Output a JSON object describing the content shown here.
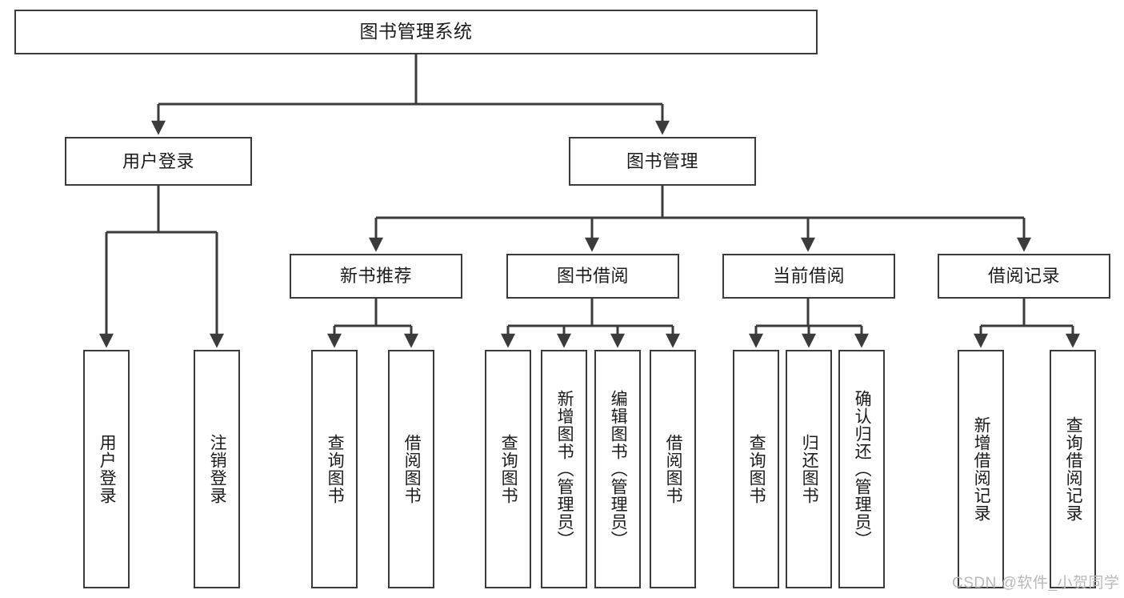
{
  "diagram": {
    "title": "图书管理系统",
    "type": "hierarchy-tree",
    "root": {
      "label": "图书管理系统"
    },
    "level2": [
      {
        "label": "用户登录"
      },
      {
        "label": "图书管理"
      }
    ],
    "level3": [
      {
        "label": "新书推荐"
      },
      {
        "label": "图书借阅"
      },
      {
        "label": "当前借阅"
      },
      {
        "label": "借阅记录"
      }
    ],
    "leaves": {
      "user_login": [
        {
          "label": "用户登录"
        },
        {
          "label": "注销登录"
        }
      ],
      "new_book_recommend": [
        {
          "label": "查询图书"
        },
        {
          "label": "借阅图书"
        }
      ],
      "book_borrow": [
        {
          "label": "查询图书"
        },
        {
          "label": "新增图书（管理员）"
        },
        {
          "label": "编辑图书（管理员）"
        },
        {
          "label": "借阅图书"
        }
      ],
      "current_borrow": [
        {
          "label": "查询图书"
        },
        {
          "label": "归还图书"
        },
        {
          "label": "确认归还（管理员）"
        }
      ],
      "borrow_record": [
        {
          "label": "新增借阅记录"
        },
        {
          "label": "查询借阅记录"
        }
      ]
    }
  },
  "watermark": {
    "text": "CSDN @软件_小贺同学"
  },
  "colors": {
    "stroke": "#3b3b3b",
    "fill": "#ffffff",
    "text": "#1b1b1b",
    "watermark": "#b9b9b9"
  }
}
